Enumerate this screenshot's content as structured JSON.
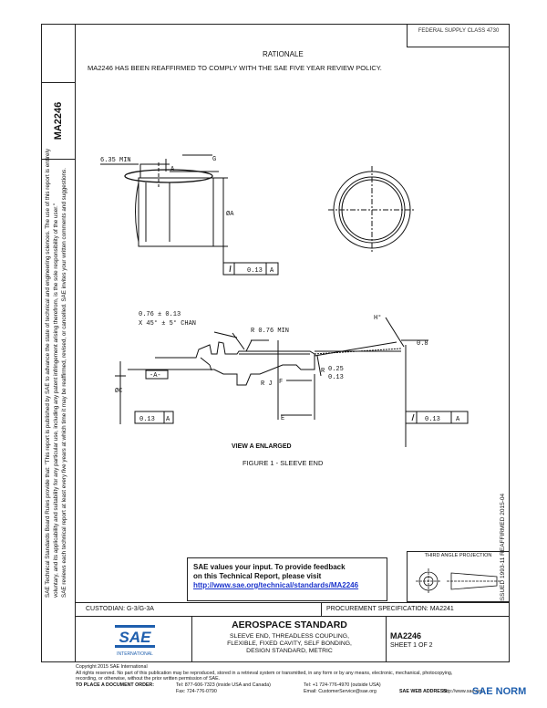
{
  "header": {
    "top_right_text": "FEDERAL SUPPLY CLASS 4730"
  },
  "left_margin": {
    "doc_number": "MA2246",
    "legal_line_1": "SAE Technical Standards Board Rules provide that: \"This report is published by SAE to advance the state of technical and engineering sciences. The use of this report is entirely",
    "legal_line_2": "voluntary, and its applicability and suitability for any particular use, including any patent infringement arising therefrom, is the sole responsibility of the user.\"",
    "legal_line_3": "SAE reviews each technical report at least every five years at which time it may be reaffirmed, revised, or cancelled. SAE invites your written comments and suggestions."
  },
  "rationale": {
    "title": "RATIONALE",
    "text": "MA2246 HAS BEEN REAFFIRMED TO COMPLY WITH THE SAE FIVE YEAR REVIEW POLICY."
  },
  "issued_text": "ISSUED 1993-11    REAFFIRMED 2015-04",
  "drawing": {
    "dim_635": "6.35 MIN",
    "label_A": "A",
    "label_G": "G",
    "label_phiA": "ØA",
    "fcf_top_tol": "0.13",
    "fcf_top_datum": "A",
    "dim_076": "0.76 ± 0.13",
    "dim_chan": "X 45° ± 5° CHAN",
    "dim_r076": "R 0.76 MIN",
    "label_H": "H°",
    "dim_08": "0.8",
    "datum_A": "-A-",
    "label_phiC": "ØC",
    "label_RJ": "R J",
    "label_F": "F",
    "label_R": "R",
    "dim_025": "0.25",
    "dim_013": "0.13",
    "label_E": "E",
    "fcf_left_tol": "0.13",
    "fcf_left_datum": "A",
    "fcf_right_tol": "0.13",
    "fcf_right_datum": "A",
    "view_caption": "VIEW A ENLARGED",
    "figure_caption": "FIGURE 1 - SLEEVE END"
  },
  "feedback": {
    "line1": "SAE values your input. To provide feedback",
    "line2": "on this Technical Report, please visit",
    "link": "http://www.sae.org/technical/standards/MA2246"
  },
  "projection": {
    "title": "THIRD ANGLE PROJECTION"
  },
  "title_block": {
    "custodian": "CUSTODIAN: G-3/G-3A",
    "procurement": "PROCUREMENT SPECIFICATION: MA2241",
    "logo_text": "SAE",
    "logo_sub": "INTERNATIONAL",
    "standard_title": "AEROSPACE STANDARD",
    "description_line1": "SLEEVE END, THREADLESS COUPLING,",
    "description_line2": "FLEXIBLE, FIXED CAVITY, SELF BONDING,",
    "description_line3": "DESIGN STANDARD, METRIC",
    "doc_number": "MA2246",
    "sheet": "SHEET 1 OF 2"
  },
  "footer": {
    "copyright": "Copyright 2015 SAE International",
    "rights": "All rights reserved. No part of this publication may be reproduced, stored in a retrieval system or transmitted, in any form or by any means, electronic, mechanical, photocopying,",
    "rights2": "recording, or otherwise, without the prior written permission of SAE.",
    "order_label": "TO PLACE A DOCUMENT ORDER:",
    "tel1": "Tel: 877-606-7323 (inside USA and Canada)",
    "fax1": "Fax: 724-776-0790",
    "tel2": "Tel: +1 724-776-4970 (outside USA)",
    "email": "Email: CustomerService@sae.org",
    "web_label": "SAE WEB ADDRESS:",
    "web": "http://www.sae.org"
  },
  "watermark": "SAE NORM"
}
